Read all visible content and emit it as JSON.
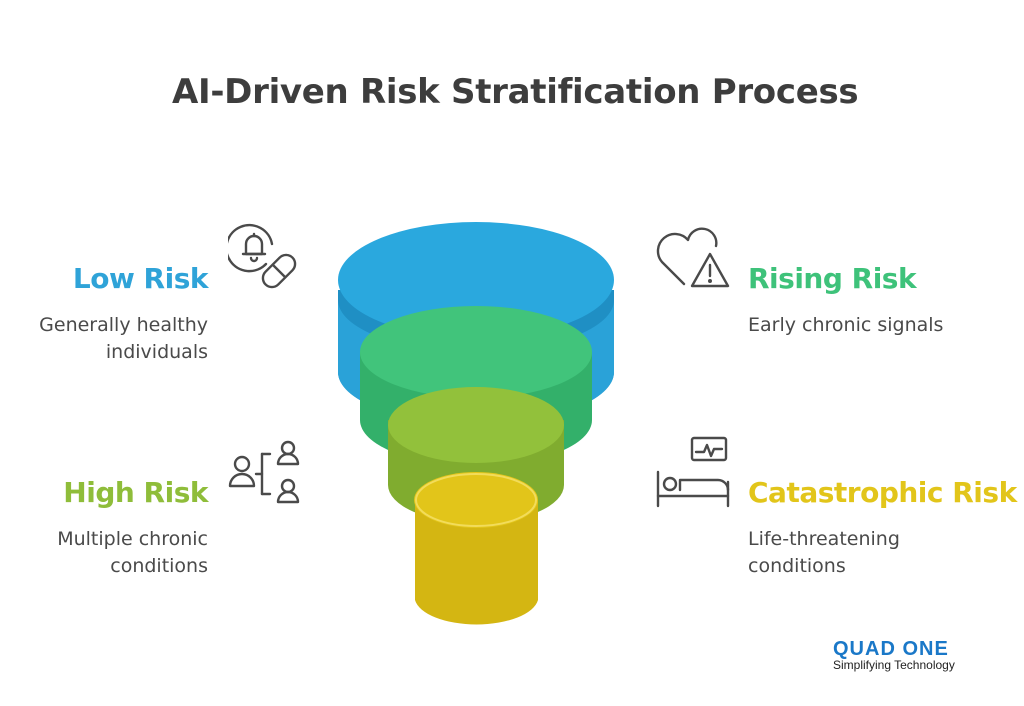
{
  "title": "AI-Driven Risk Stratification Process",
  "colors": {
    "low": "#2fa3d8",
    "rising": "#3ec27a",
    "high": "#8fbd3a",
    "catastrophic": "#e2c51a",
    "title": "#3d3d3d",
    "icon": "#4a4a4a"
  },
  "levels": {
    "low": {
      "label": "Low Risk",
      "desc_line1": "Generally healthy",
      "desc_line2": "individuals",
      "icon": "bell-pill-icon"
    },
    "rising": {
      "label": "Rising Risk",
      "desc_line1": "Early chronic signals",
      "icon": "heart-warning-icon"
    },
    "high": {
      "label": "High Risk",
      "desc_line1": "Multiple chronic",
      "desc_line2": "conditions",
      "icon": "people-network-icon"
    },
    "catastrophic": {
      "label": "Catastrophic Risk",
      "desc_line1": "Life-threatening",
      "desc_line2": "conditions",
      "icon": "hospital-bed-monitor-icon"
    }
  },
  "brand": {
    "name": "QUAD ONE",
    "tagline": "Simplifying Technology"
  }
}
